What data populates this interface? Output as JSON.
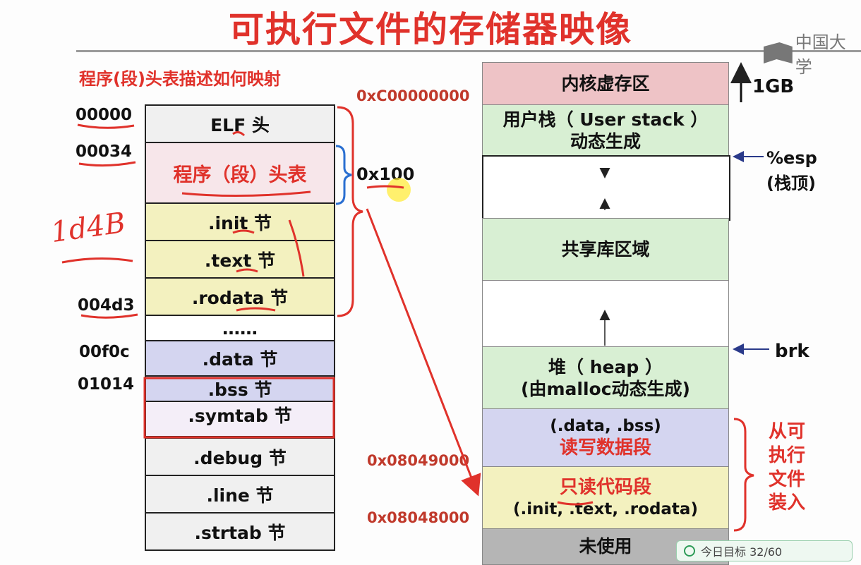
{
  "title": "可执行文件的存储器映像",
  "logo_text": "中国大学",
  "subtitle": "程序(段)头表描述如何映射",
  "elf_offsets": [
    "00000",
    "00034",
    "004d3",
    "00f0c",
    "01014"
  ],
  "handwritten_note": "1d4B",
  "header_size": "0x100",
  "elf_sections": [
    {
      "label": "ELF 头",
      "color": "#f0f0f0"
    },
    {
      "label": "程序（段）头表",
      "color": "#f7e6ea"
    },
    {
      "label": ".init 节",
      "color": "#f3f1bf"
    },
    {
      "label": ".text 节",
      "color": "#f3f1bf"
    },
    {
      "label": ".rodata 节",
      "color": "#f3f1bf"
    },
    {
      "label": "……",
      "color": "#ffffff"
    },
    {
      "label": ".data 节",
      "color": "#d4d5f0"
    },
    {
      "label": ".bss 节",
      "color": "#d4d5f0"
    },
    {
      "label": ".symtab 节",
      "color": "#f4eef8"
    },
    {
      "label": ".debug 节",
      "color": "#f0f0f0"
    },
    {
      "label": ".line 节",
      "color": "#f0f0f0"
    },
    {
      "label": ".strtab 节",
      "color": "#f0f0f0"
    }
  ],
  "mem_addresses": [
    "0xC00000000",
    "0x08049000",
    "0x08048000"
  ],
  "mem_regions": [
    {
      "lines": [
        "内核虚存区"
      ],
      "color": "#eec3c6"
    },
    {
      "lines": [
        "用户栈（ User stack ）",
        "动态生成"
      ],
      "color": "#d8efd3"
    },
    {
      "lines": [
        ""
      ],
      "color": "#ffffff"
    },
    {
      "lines": [
        "共享库区域"
      ],
      "color": "#d8efd3"
    },
    {
      "lines": [
        ""
      ],
      "color": "#ffffff"
    },
    {
      "lines": [
        "堆（ heap ）",
        "(由malloc动态生成)"
      ],
      "color": "#d8efd3"
    },
    {
      "lines": [
        "(.data, .bss)",
        "读写数据段"
      ],
      "color": "#d4d5f0"
    },
    {
      "lines": [
        "只读代码段",
        "(.init, .text, .rodata)"
      ],
      "color": "#f3f1bf"
    },
    {
      "lines": [
        "未使用"
      ],
      "color": "#b5b5b5"
    }
  ],
  "top_size": "1GB",
  "esp_label": [
    "%esp",
    "(栈顶)"
  ],
  "brk_label": "brk",
  "loaded_label": [
    "从可",
    "执行",
    "文件",
    "装入"
  ],
  "progress_text": "今日目标 32/60"
}
